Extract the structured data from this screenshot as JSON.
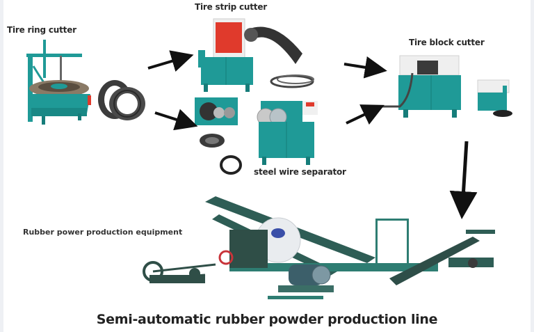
{
  "diagram": {
    "title": "Semi-automatic rubber powder production line",
    "colors": {
      "machine_teal": "#1f9a97",
      "machine_dark_green": "#2e5d55",
      "cover_red": "#e03a2c",
      "cover_white": "#f2f2f2",
      "rubber_black": "#2b2b2b",
      "arrow": "#111111"
    },
    "nodes": [
      {
        "id": "ring",
        "label": "Tire ring cutter"
      },
      {
        "id": "strip",
        "label": "Tire strip cutter"
      },
      {
        "id": "wire",
        "label": "steel wire separator"
      },
      {
        "id": "block",
        "label": "Tire block cutter"
      },
      {
        "id": "powder",
        "label": "Rubber power production equipment"
      }
    ],
    "edges": [
      {
        "from": "ring",
        "to": "strip"
      },
      {
        "from": "ring",
        "to": "wire"
      },
      {
        "from": "strip",
        "to": "block"
      },
      {
        "from": "wire",
        "to": "block"
      },
      {
        "from": "block",
        "to": "powder"
      }
    ]
  }
}
